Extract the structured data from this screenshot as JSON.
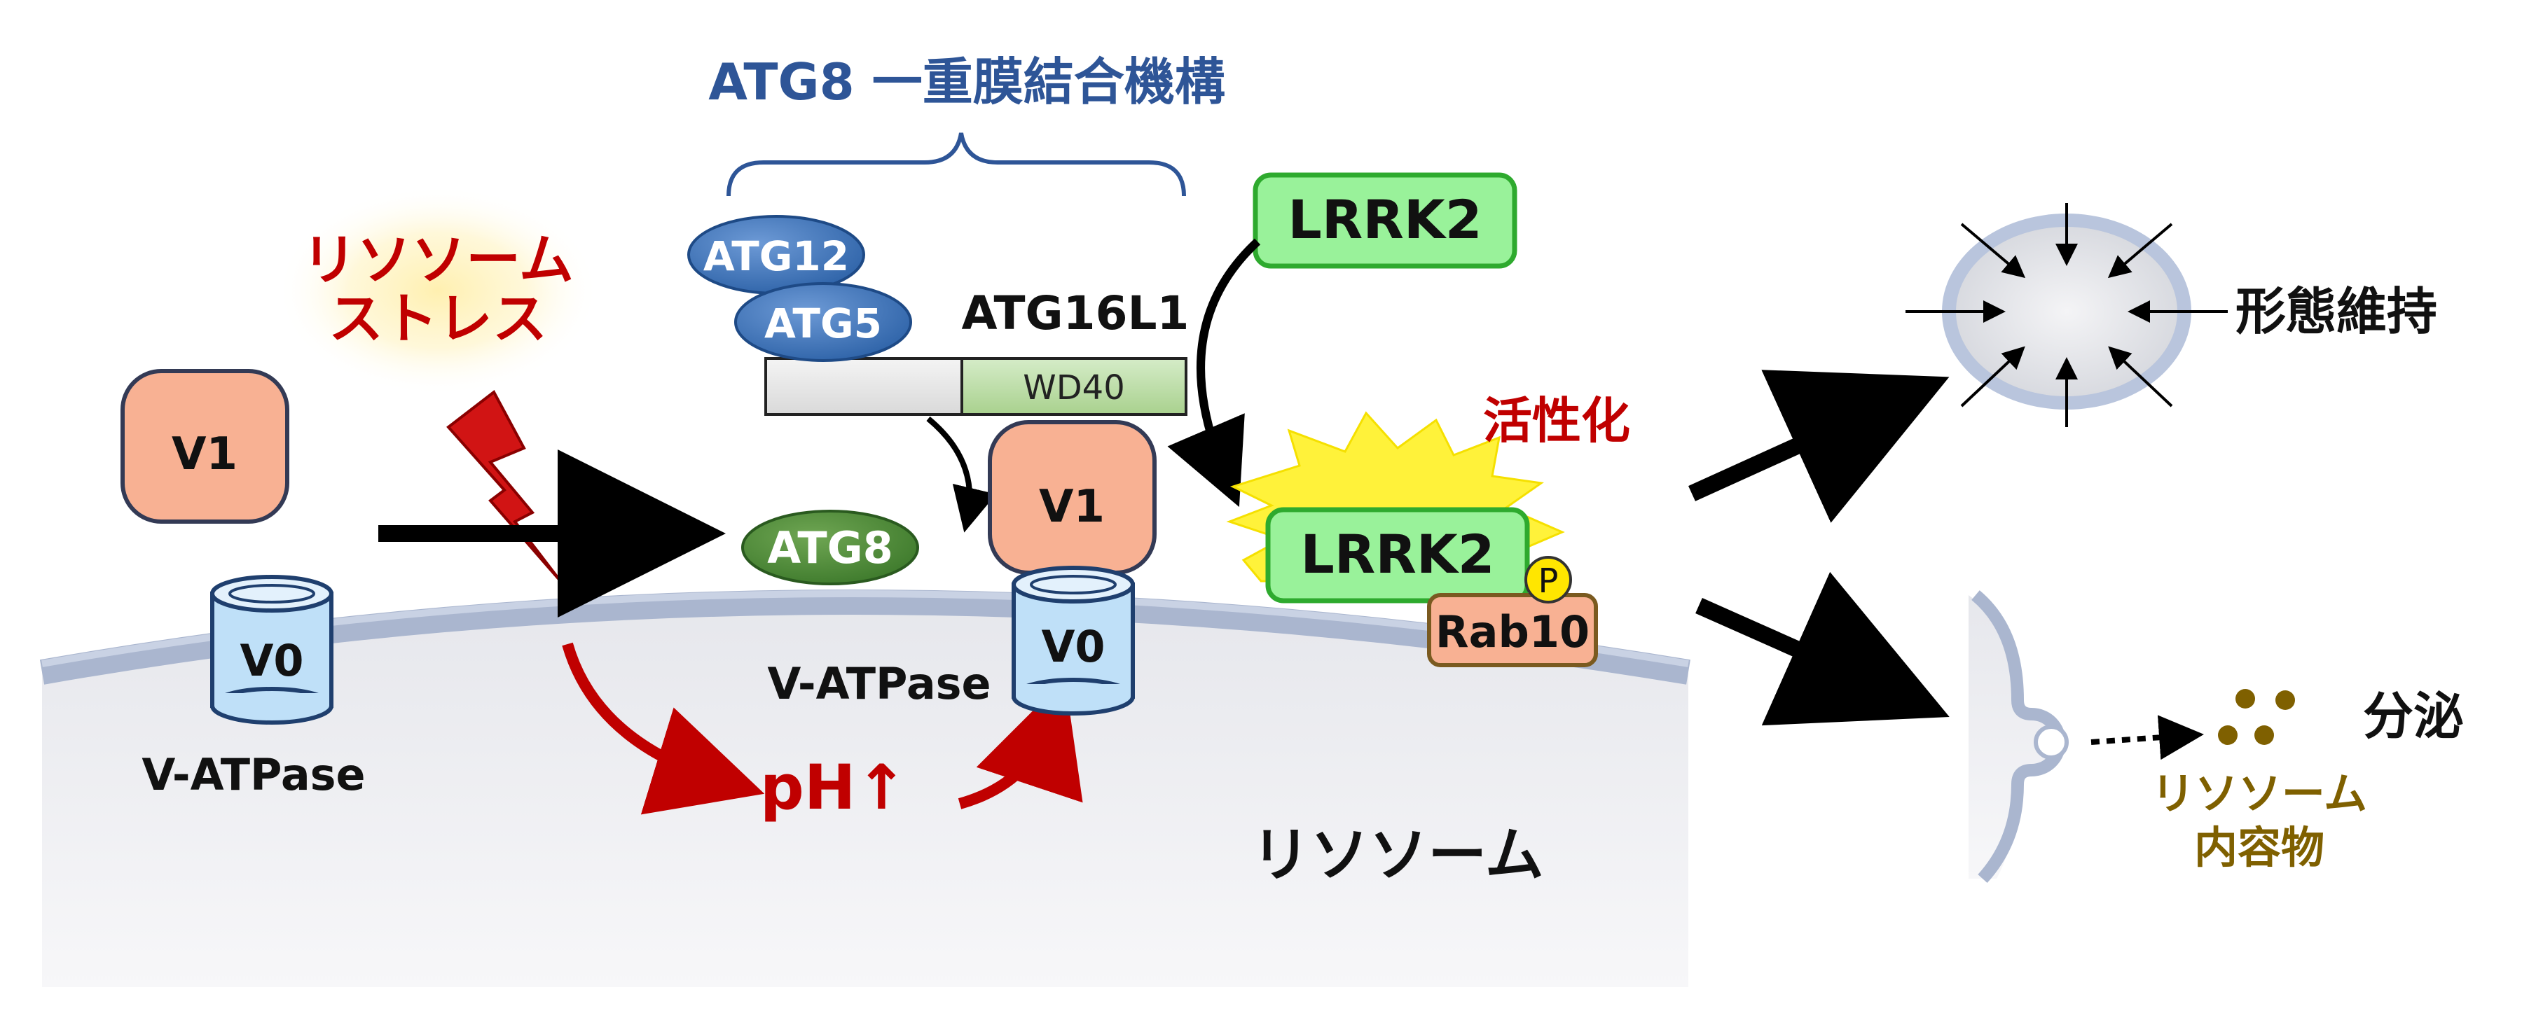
{
  "complex": {
    "title": "ATG8 一重膜結合機構",
    "atg12": "ATG12",
    "atg5": "ATG5",
    "atg16l1": "ATG16L1",
    "wd40": "WD40"
  },
  "stress": {
    "line1": "リソソーム",
    "line2": "ストレス"
  },
  "left": {
    "v1": "V1",
    "v0": "V0",
    "vatpase": "V-ATPase"
  },
  "center": {
    "atg8": "ATG8",
    "v1": "V1",
    "v0": "V0",
    "vatpase": "V-ATPase",
    "ph": "pH↑"
  },
  "lrrk2": {
    "top": "LRRK2",
    "active": "LRRK2",
    "activation": "活性化",
    "p": "P",
    "rab10": "Rab10"
  },
  "lysosome_label": "リソソーム",
  "outcomes": {
    "morphology": "形態維持",
    "secretion": "分泌",
    "contents_line1": "リソソーム",
    "contents_line2": "内容物"
  },
  "colors": {
    "blue_title": "#2e5597",
    "red": "#c00000",
    "olive": "#7f6000",
    "v1_fill": "#f8b193",
    "v0_fill": "#bfe0f8",
    "green_fill": "#99f29a",
    "green_border": "#2eaa2e"
  }
}
